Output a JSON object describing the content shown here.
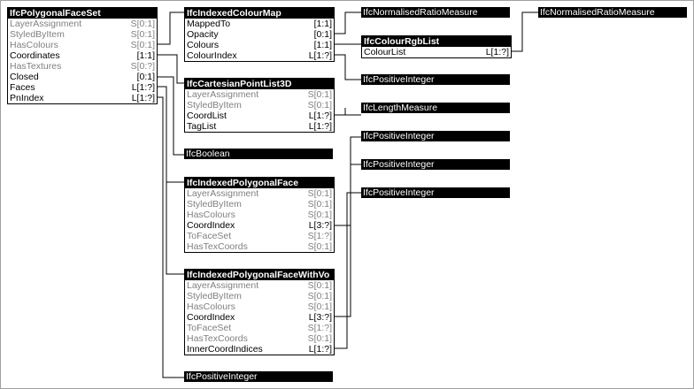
{
  "entities": {
    "polygonal_face_set": {
      "title": "IfcPolygonalFaceSet",
      "rows": [
        {
          "name": "LayerAssignment",
          "card": "S[0:1]",
          "inactive": true
        },
        {
          "name": "StyledByItem",
          "card": "S[0:1]",
          "inactive": true
        },
        {
          "name": "HasColours",
          "card": "S[0:1]",
          "inactive": true
        },
        {
          "name": "Coordinates",
          "card": "[1:1]",
          "inactive": false
        },
        {
          "name": "HasTextures",
          "card": "S[0:?]",
          "inactive": true
        },
        {
          "name": "Closed",
          "card": "[0:1]",
          "inactive": false
        },
        {
          "name": "Faces",
          "card": "L[1:?]",
          "inactive": false
        },
        {
          "name": "PnIndex",
          "card": "L[1:?]",
          "inactive": false
        }
      ]
    },
    "indexed_colour_map": {
      "title": "IfcIndexedColourMap",
      "rows": [
        {
          "name": "MappedTo",
          "card": "[1:1]",
          "inactive": false
        },
        {
          "name": "Opacity",
          "card": "[0:1]",
          "inactive": false
        },
        {
          "name": "Colours",
          "card": "[1:1]",
          "inactive": false
        },
        {
          "name": "ColourIndex",
          "card": "L[1:?]",
          "inactive": false
        }
      ]
    },
    "cartesian_point_list_3d": {
      "title": "IfcCartesianPointList3D",
      "rows": [
        {
          "name": "LayerAssignment",
          "card": "S[0:1]",
          "inactive": true
        },
        {
          "name": "StyledByItem",
          "card": "S[0:1]",
          "inactive": true
        },
        {
          "name": "CoordList",
          "card": "L[1:?]",
          "inactive": false
        },
        {
          "name": "TagList",
          "card": "L[1:?]",
          "inactive": false
        }
      ]
    },
    "colour_rgb_list": {
      "title": "IfcColourRgbList",
      "rows": [
        {
          "name": "ColourList",
          "card": "L[1:?]",
          "inactive": false
        }
      ]
    },
    "indexed_polygonal_face": {
      "title": "IfcIndexedPolygonalFace",
      "rows": [
        {
          "name": "LayerAssignment",
          "card": "S[0:1]",
          "inactive": true
        },
        {
          "name": "StyledByItem",
          "card": "S[0:1]",
          "inactive": true
        },
        {
          "name": "HasColours",
          "card": "S[0:1]",
          "inactive": true
        },
        {
          "name": "CoordIndex",
          "card": "L[3:?]",
          "inactive": false
        },
        {
          "name": "ToFaceSet",
          "card": "S[1:?]",
          "inactive": true
        },
        {
          "name": "HasTexCoords",
          "card": "S[0:1]",
          "inactive": true
        }
      ]
    },
    "indexed_polygonal_face_with_voids": {
      "title": "IfcIndexedPolygonalFaceWithVo",
      "rows": [
        {
          "name": "LayerAssignment",
          "card": "S[0:1]",
          "inactive": true
        },
        {
          "name": "StyledByItem",
          "card": "S[0:1]",
          "inactive": true
        },
        {
          "name": "HasColours",
          "card": "S[0:1]",
          "inactive": true
        },
        {
          "name": "CoordIndex",
          "card": "L[3:?]",
          "inactive": false
        },
        {
          "name": "ToFaceSet",
          "card": "S[1:?]",
          "inactive": true
        },
        {
          "name": "HasTexCoords",
          "card": "S[0:1]",
          "inactive": true
        },
        {
          "name": "InnerCoordIndices",
          "card": "L[1:?]",
          "inactive": false
        }
      ]
    }
  },
  "types": {
    "normalised_ratio_measure_1": "IfcNormalisedRatioMeasure",
    "normalised_ratio_measure_2": "IfcNormalisedRatioMeasure",
    "positive_integer_colour_index": "IfcPositiveInteger",
    "length_measure": "IfcLengthMeasure",
    "boolean": "IfcBoolean",
    "positive_integer_a": "IfcPositiveInteger",
    "positive_integer_b": "IfcPositiveInteger",
    "positive_integer_c": "IfcPositiveInteger",
    "positive_integer_pn_index": "IfcPositiveInteger"
  }
}
